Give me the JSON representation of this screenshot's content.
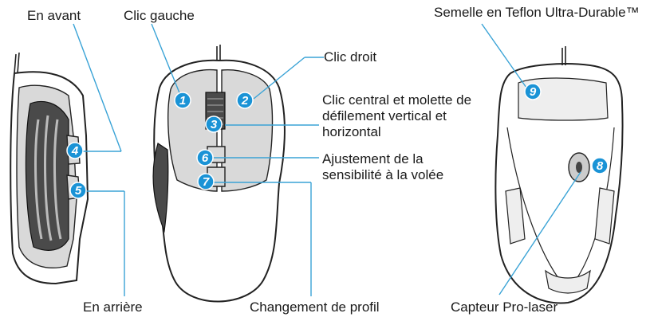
{
  "labels": {
    "forward": "En avant",
    "left_click": "Clic gauche",
    "right_click": "Clic droit",
    "middle_click": "Clic central et molette de défilement vertical et horizontal",
    "sensitivity": "Ajustement de la sensibilité à la volée",
    "backward": "En arrière",
    "profile": "Changement de profil",
    "sole": "Semelle en Teflon Ultra-Durable™",
    "sensor": "Capteur Pro-laser"
  },
  "badges": [
    "1",
    "2",
    "3",
    "4",
    "5",
    "6",
    "7",
    "8",
    "9"
  ],
  "colors": {
    "accent": "#1a93d6",
    "leader_line": "#3aa3d6",
    "text": "#1a1a1a"
  }
}
